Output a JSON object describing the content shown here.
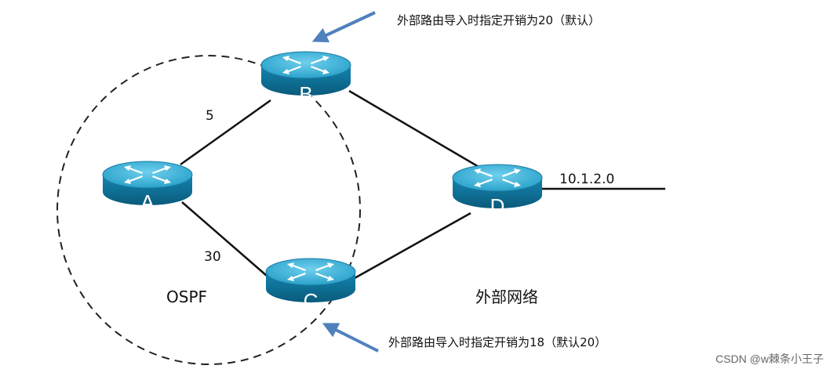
{
  "routers": {
    "a": {
      "label": "A"
    },
    "b": {
      "label": "B"
    },
    "c": {
      "label": "C"
    },
    "d": {
      "label": "D"
    }
  },
  "links": {
    "ab_cost": "5",
    "ac_cost": "30",
    "external_network": "10.1.2.0"
  },
  "regions": {
    "ospf": "OSPF",
    "external": "外部网络"
  },
  "annotations": {
    "b_note": "外部路由导入时指定开销为20（默认）",
    "c_note": "外部路由导入时指定开销为18（默认20）"
  },
  "watermark": "CSDN @w棘条小王子",
  "colors": {
    "router_top": "#34b0d6",
    "router_side": "#0f6f95",
    "arrow": "#4f81bd"
  }
}
